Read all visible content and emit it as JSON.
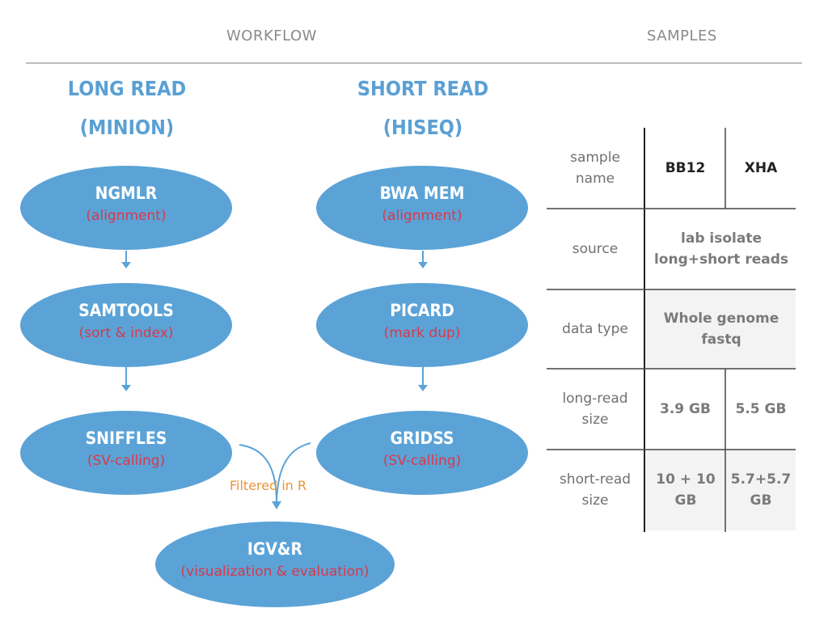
{
  "header": {
    "workflow": "WORKFLOW",
    "samples": "SAMPLES"
  },
  "long_read": {
    "title_line1": "LONG READ",
    "title_line2": "(MINION)",
    "steps": [
      {
        "tool": "NGMLR",
        "desc": "(alignment)"
      },
      {
        "tool": "SAMTOOLS",
        "desc": "(sort & index)"
      },
      {
        "tool": "SNIFFLES",
        "desc": "(SV-calling)"
      }
    ]
  },
  "short_read": {
    "title_line1": "SHORT READ",
    "title_line2": "(HISEQ)",
    "steps": [
      {
        "tool": "BWA MEM",
        "desc": "(alignment)"
      },
      {
        "tool": "PICARD",
        "desc": "(mark dup)"
      },
      {
        "tool": "GRIDSS",
        "desc": "(SV-calling)"
      }
    ]
  },
  "merge": {
    "label": "Filtered in R"
  },
  "final": {
    "tool": "IGV&R",
    "desc": "(visualization & evaluation)"
  },
  "samples_table": {
    "rows": [
      {
        "label": "sample name",
        "values": [
          "BB12",
          "XHA"
        ]
      },
      {
        "label": "source",
        "merged": "lab isolate long+short reads"
      },
      {
        "label": "data type",
        "merged": "Whole genome fastq"
      },
      {
        "label": "long-read size",
        "values": [
          "3.9 GB",
          "5.5 GB"
        ]
      },
      {
        "label": "short-read size",
        "values": [
          "10 + 10 GB",
          "5.7+5.7 GB"
        ]
      }
    ]
  },
  "colors": {
    "node": "#5ba3d7",
    "node_text": "#ffffff",
    "desc_text": "#d9384a",
    "heading": "#5aa0d4",
    "merge_label": "#e8953a"
  }
}
